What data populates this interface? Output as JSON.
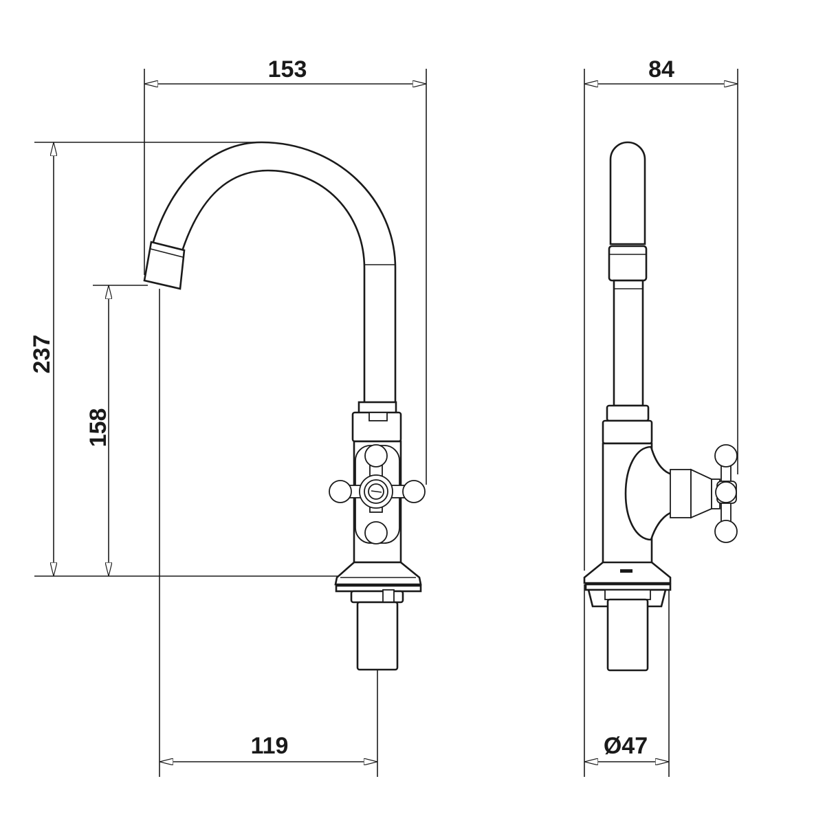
{
  "title": "Faucet dimension drawing",
  "front_view": {
    "dims": {
      "spout_reach": "153",
      "total_height": "237",
      "spout_height": "158",
      "spout_to_shank": "119"
    }
  },
  "side_view": {
    "dims": {
      "width": "84",
      "shank_diameter": "Ø47"
    }
  },
  "colors": {
    "line": "#1a1a1a",
    "background": "#ffffff"
  }
}
